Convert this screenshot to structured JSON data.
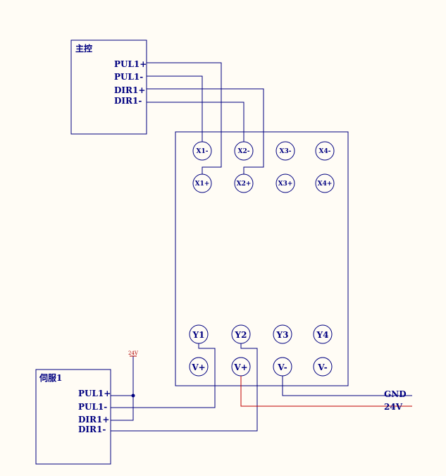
{
  "controller": {
    "title": "主控",
    "pins": [
      "PUL1+",
      "PUL1-",
      "DIR1+",
      "DIR1-"
    ]
  },
  "module": {
    "inputs_top": [
      "X1-",
      "X2-",
      "X3-",
      "X4-"
    ],
    "inputs_bottom": [
      "X1+",
      "X2+",
      "X3+",
      "X4+"
    ],
    "outputs": [
      "Y1",
      "Y2",
      "Y3",
      "Y4"
    ],
    "power": [
      "V+",
      "V+",
      "V-",
      "V-"
    ]
  },
  "servo": {
    "title": "伺服1",
    "pins": [
      "PUL1+",
      "PUL1-",
      "DIR1+",
      "DIR1-"
    ]
  },
  "power_symbol": {
    "label": "24V"
  },
  "rails": {
    "gnd": "GND",
    "v24": "24V"
  },
  "colors": {
    "wire": "#000080",
    "power": "#c00000",
    "background": "#fffcf5"
  }
}
